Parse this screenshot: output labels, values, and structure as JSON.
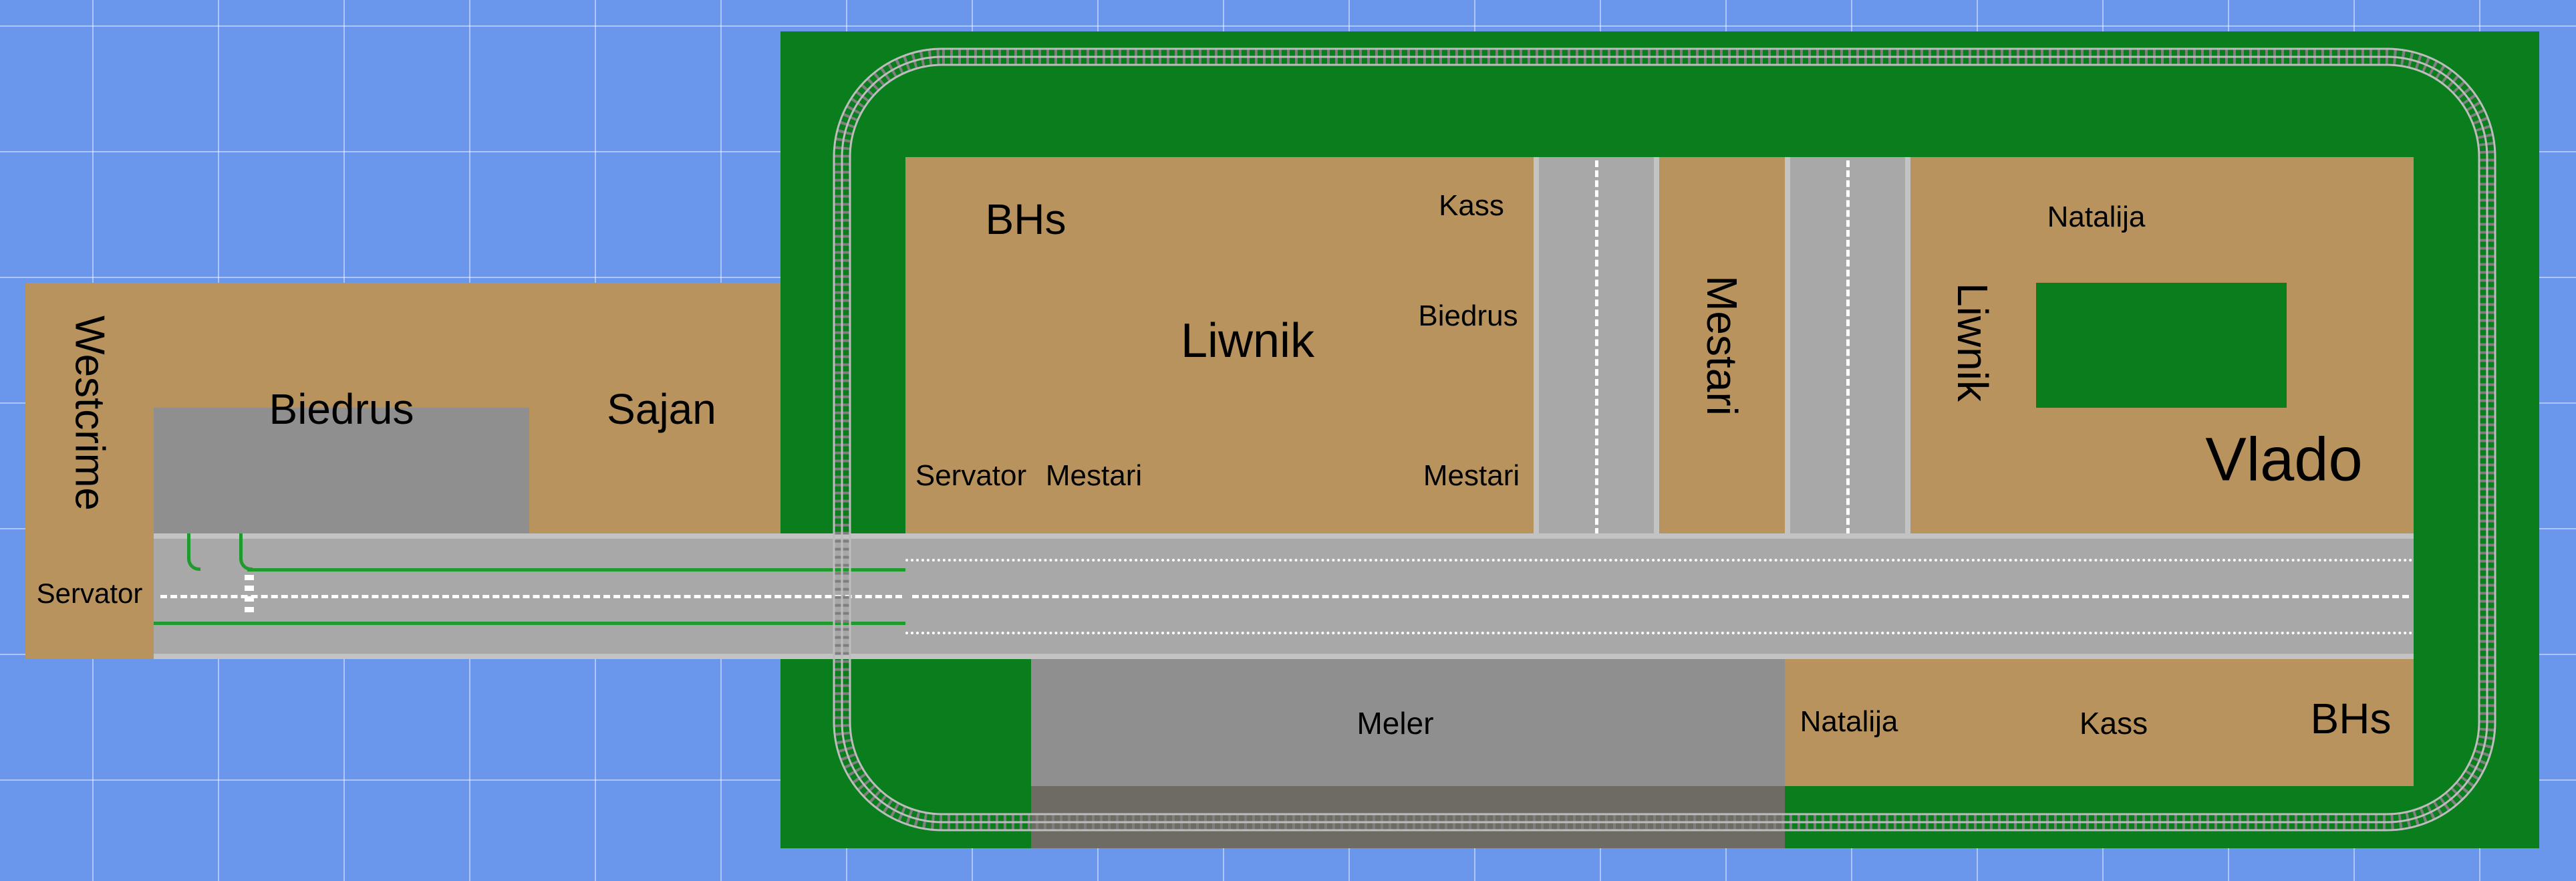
{
  "colors": {
    "water": "#6a97ec",
    "grass": "#0a7d1d",
    "building_plot": "#b8935e",
    "concrete": "#8f8f8f",
    "station": "#6e6c62",
    "road": "#a8a8a8",
    "rail": "#8e8e8e"
  },
  "plots": {
    "west_strip": {
      "label": "Westcrime",
      "sub_label": "Servator"
    },
    "west_gray": {
      "label": "Biedrus"
    },
    "west_tan": {
      "label": "Sajan"
    },
    "top_left_block": {
      "labels": [
        "BHs",
        "Kass",
        "Liwnik",
        "Biedrus",
        "Servator",
        "Mestari",
        "Mestari"
      ]
    },
    "middle_strip": {
      "label": "Mestari"
    },
    "top_right_block": {
      "labels": [
        "Natalija",
        "Liwnik",
        "Vlado"
      ]
    },
    "bottom_gray": {
      "label": "Meler"
    },
    "bottom_right_block": {
      "labels": [
        "Natalija",
        "Kass",
        "BHs"
      ]
    }
  },
  "icons": [
    "rail-track-loop-icon",
    "tram-track-icon",
    "crosswalk-icon"
  ]
}
